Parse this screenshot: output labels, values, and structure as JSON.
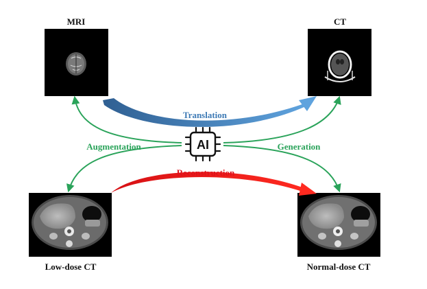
{
  "panels": {
    "mri": {
      "title": "MRI"
    },
    "ct": {
      "title": "CT"
    },
    "low_dose_ct": {
      "title": "Low-dose CT"
    },
    "normal_dose_ct": {
      "title": "Normal-dose CT"
    }
  },
  "arrows": {
    "translation": {
      "label": "Translation",
      "color": "#3d7ab5"
    },
    "reconstruction": {
      "label": "Reconstruction",
      "color": "#e0101a"
    },
    "augmentation": {
      "label": "Augmentation",
      "color": "#2aa35a"
    },
    "generation": {
      "label": "Generation",
      "color": "#2aa35a"
    }
  },
  "center": {
    "chip_text": "AI"
  }
}
